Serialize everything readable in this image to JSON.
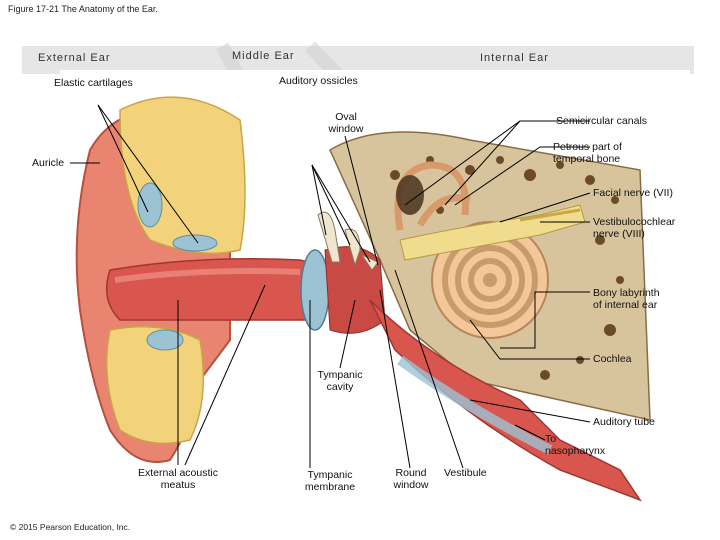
{
  "figure_title": "Figure 17-21 The Anatomy of the Ear.",
  "copyright": "© 2015 Pearson Education, Inc.",
  "regions": {
    "external": "External Ear",
    "middle": "Middle Ear",
    "internal": "Internal Ear"
  },
  "labels": {
    "elastic_cartilages": "Elastic cartilages",
    "auditory_ossicles": "Auditory ossicles",
    "oval_window": "Oval\nwindow",
    "semicircular_canals": "Semicircular canals",
    "petrous_part": "Petrous part of\ntemporal bone",
    "auricle": "Auricle",
    "facial_nerve": "Facial nerve (VII)",
    "vestibulocochlear_nerve": "Vestibulocochlear\nnerve (VIII)",
    "bony_labyrinth": "Bony labyrinth\nof internal ear",
    "cochlea": "Cochlea",
    "tympanic_cavity": "Tympanic\ncavity",
    "auditory_tube": "Auditory tube",
    "to_nasopharynx": "To\nnasopharynx",
    "external_acoustic_meatus": "External acoustic\nmeatus",
    "tympanic_membrane": "Tympanic\nmembrane",
    "round_window": "Round\nwindow",
    "vestibule": "Vestibule"
  },
  "colors": {
    "skin": "#e8846f",
    "canal": "#d9564f",
    "cartilage": "#f2d27a",
    "bone": "#d8c49c",
    "membrane": "#9cc3d4",
    "nerve": "#f0dc8c",
    "cochlea": "#f3c79a"
  }
}
